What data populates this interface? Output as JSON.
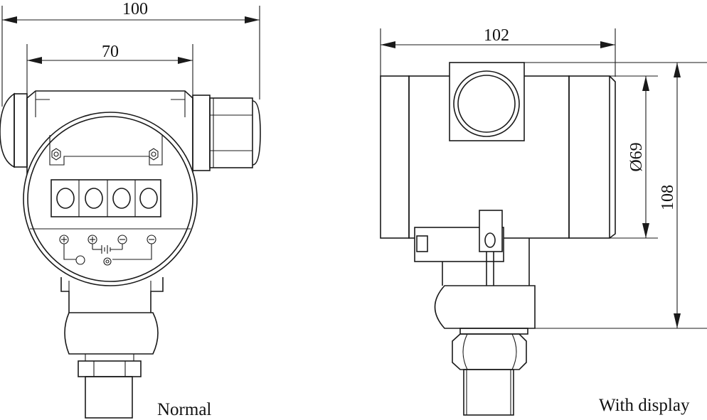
{
  "dimensions": {
    "overall_width_normal": "100",
    "housing_width_normal": "70",
    "width_with_display": "102",
    "display_diameter": "Ø69",
    "height_with_display": "108"
  },
  "captions": {
    "left": "Normal",
    "right": "With display"
  }
}
